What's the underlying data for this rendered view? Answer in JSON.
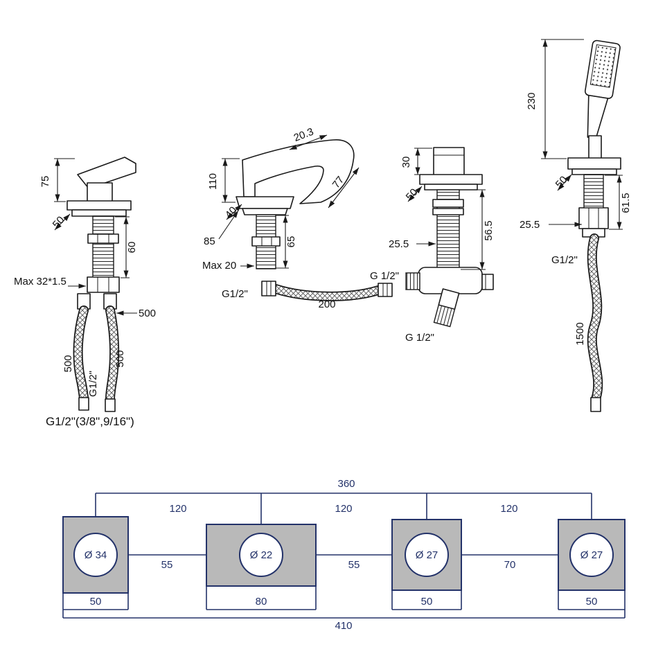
{
  "colors": {
    "ink": "#1a1a1a",
    "navy": "#233269",
    "hole_fill": "#b9b9b9"
  },
  "valve": {
    "dim_height": "75",
    "dim_base": "50",
    "dim_thread": "60",
    "max_label": "Max 32*1.5",
    "hose_offset": "500",
    "hose_left": "500",
    "hose_right": "500",
    "g_label": "G1/2\"",
    "bottom_label": "G1/2\"(3/8\",9/16\")"
  },
  "spout": {
    "dim_height": "110",
    "dim_base": "40",
    "dim_top": "20.3",
    "dim_face": "77",
    "dim_85": "85",
    "dim_thread": "65",
    "max_label": "Max 20",
    "g_left": "G1/2\"",
    "hose_length": "200",
    "g_right": "G 1/2\""
  },
  "diverter": {
    "dim_knob": "30",
    "dim_base": "50",
    "dim_thread": "56.5",
    "dim_rod": "25.5",
    "g_bottom": "G 1/2\""
  },
  "shower": {
    "dim_wand": "230",
    "dim_base": "50",
    "dim_thread": "61.5",
    "dim_rod": "25.5",
    "g_label": "G1/2\"",
    "hose_length": "1500"
  },
  "layout": {
    "total_span": "360",
    "spacing": [
      "120",
      "120",
      "120"
    ],
    "gaps": [
      "55",
      "55",
      "70"
    ],
    "holes": [
      "Ø 34",
      "Ø 22",
      "Ø 27",
      "Ø 27"
    ],
    "widths": [
      "50",
      "80",
      "50",
      "50"
    ],
    "overall": "410"
  }
}
